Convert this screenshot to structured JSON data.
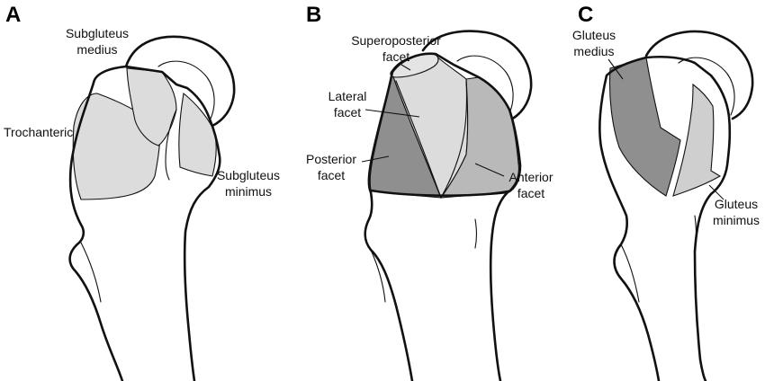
{
  "panels": [
    {
      "letter": "A",
      "labels": {
        "subgluteus_medius_l1": "Subgluteus",
        "subgluteus_medius_l2": "medius",
        "trochanteric": "Trochanteric",
        "subgluteus_minimus_l1": "Subgluteus",
        "subgluteus_minimus_l2": "minimus"
      }
    },
    {
      "letter": "B",
      "labels": {
        "superoposterior_l1": "Superoposterior",
        "superoposterior_l2": "facet",
        "lateral_l1": "Lateral",
        "lateral_l2": "facet",
        "posterior_l1": "Posterior",
        "posterior_l2": "facet",
        "anterior_l1": "Anterior",
        "anterior_l2": "facet"
      }
    },
    {
      "letter": "C",
      "labels": {
        "gluteus_medius_l1": "Gluteus",
        "gluteus_medius_l2": "medius",
        "gluteus_minimus_l1": "Gluteus",
        "gluteus_minimus_l2": "minimus"
      }
    }
  ],
  "colors": {
    "light_fill": "#dcdcdc",
    "mid_fill": "#b9b9b9",
    "dark_fill": "#8f8f8f",
    "line": "#111111"
  }
}
